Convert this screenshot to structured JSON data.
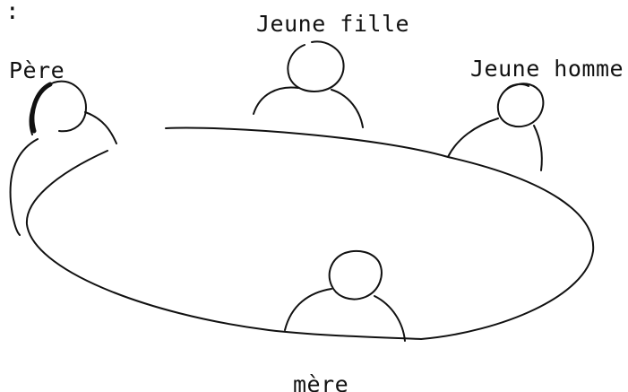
{
  "colon": ":",
  "people": {
    "jeune_fille": "Jeune fille",
    "pere": "Père",
    "jeune_homme": "Jeune homme",
    "mere": "mère"
  },
  "colors": {
    "ink": "#111111",
    "paper": "#ffffff"
  }
}
